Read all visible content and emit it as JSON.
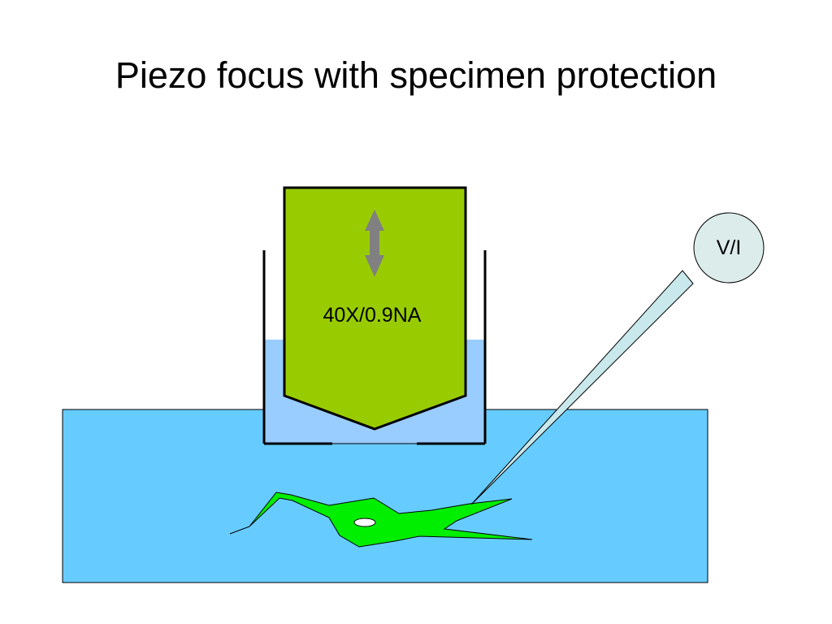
{
  "slide": {
    "title": "Piezo focus with specimen protection"
  },
  "objective": {
    "label": "40X/0.9NA"
  },
  "electrode": {
    "label": "V/I"
  },
  "colors": {
    "objective_fill": "#99cc00",
    "bath_fill": "#66ccff",
    "immersion_fill": "#99ccff",
    "neuron_fill": "#00ee00",
    "pipette_fill": "#c8e8ec",
    "arrow_fill": "#808080",
    "circle_fill": "#dcecea"
  }
}
